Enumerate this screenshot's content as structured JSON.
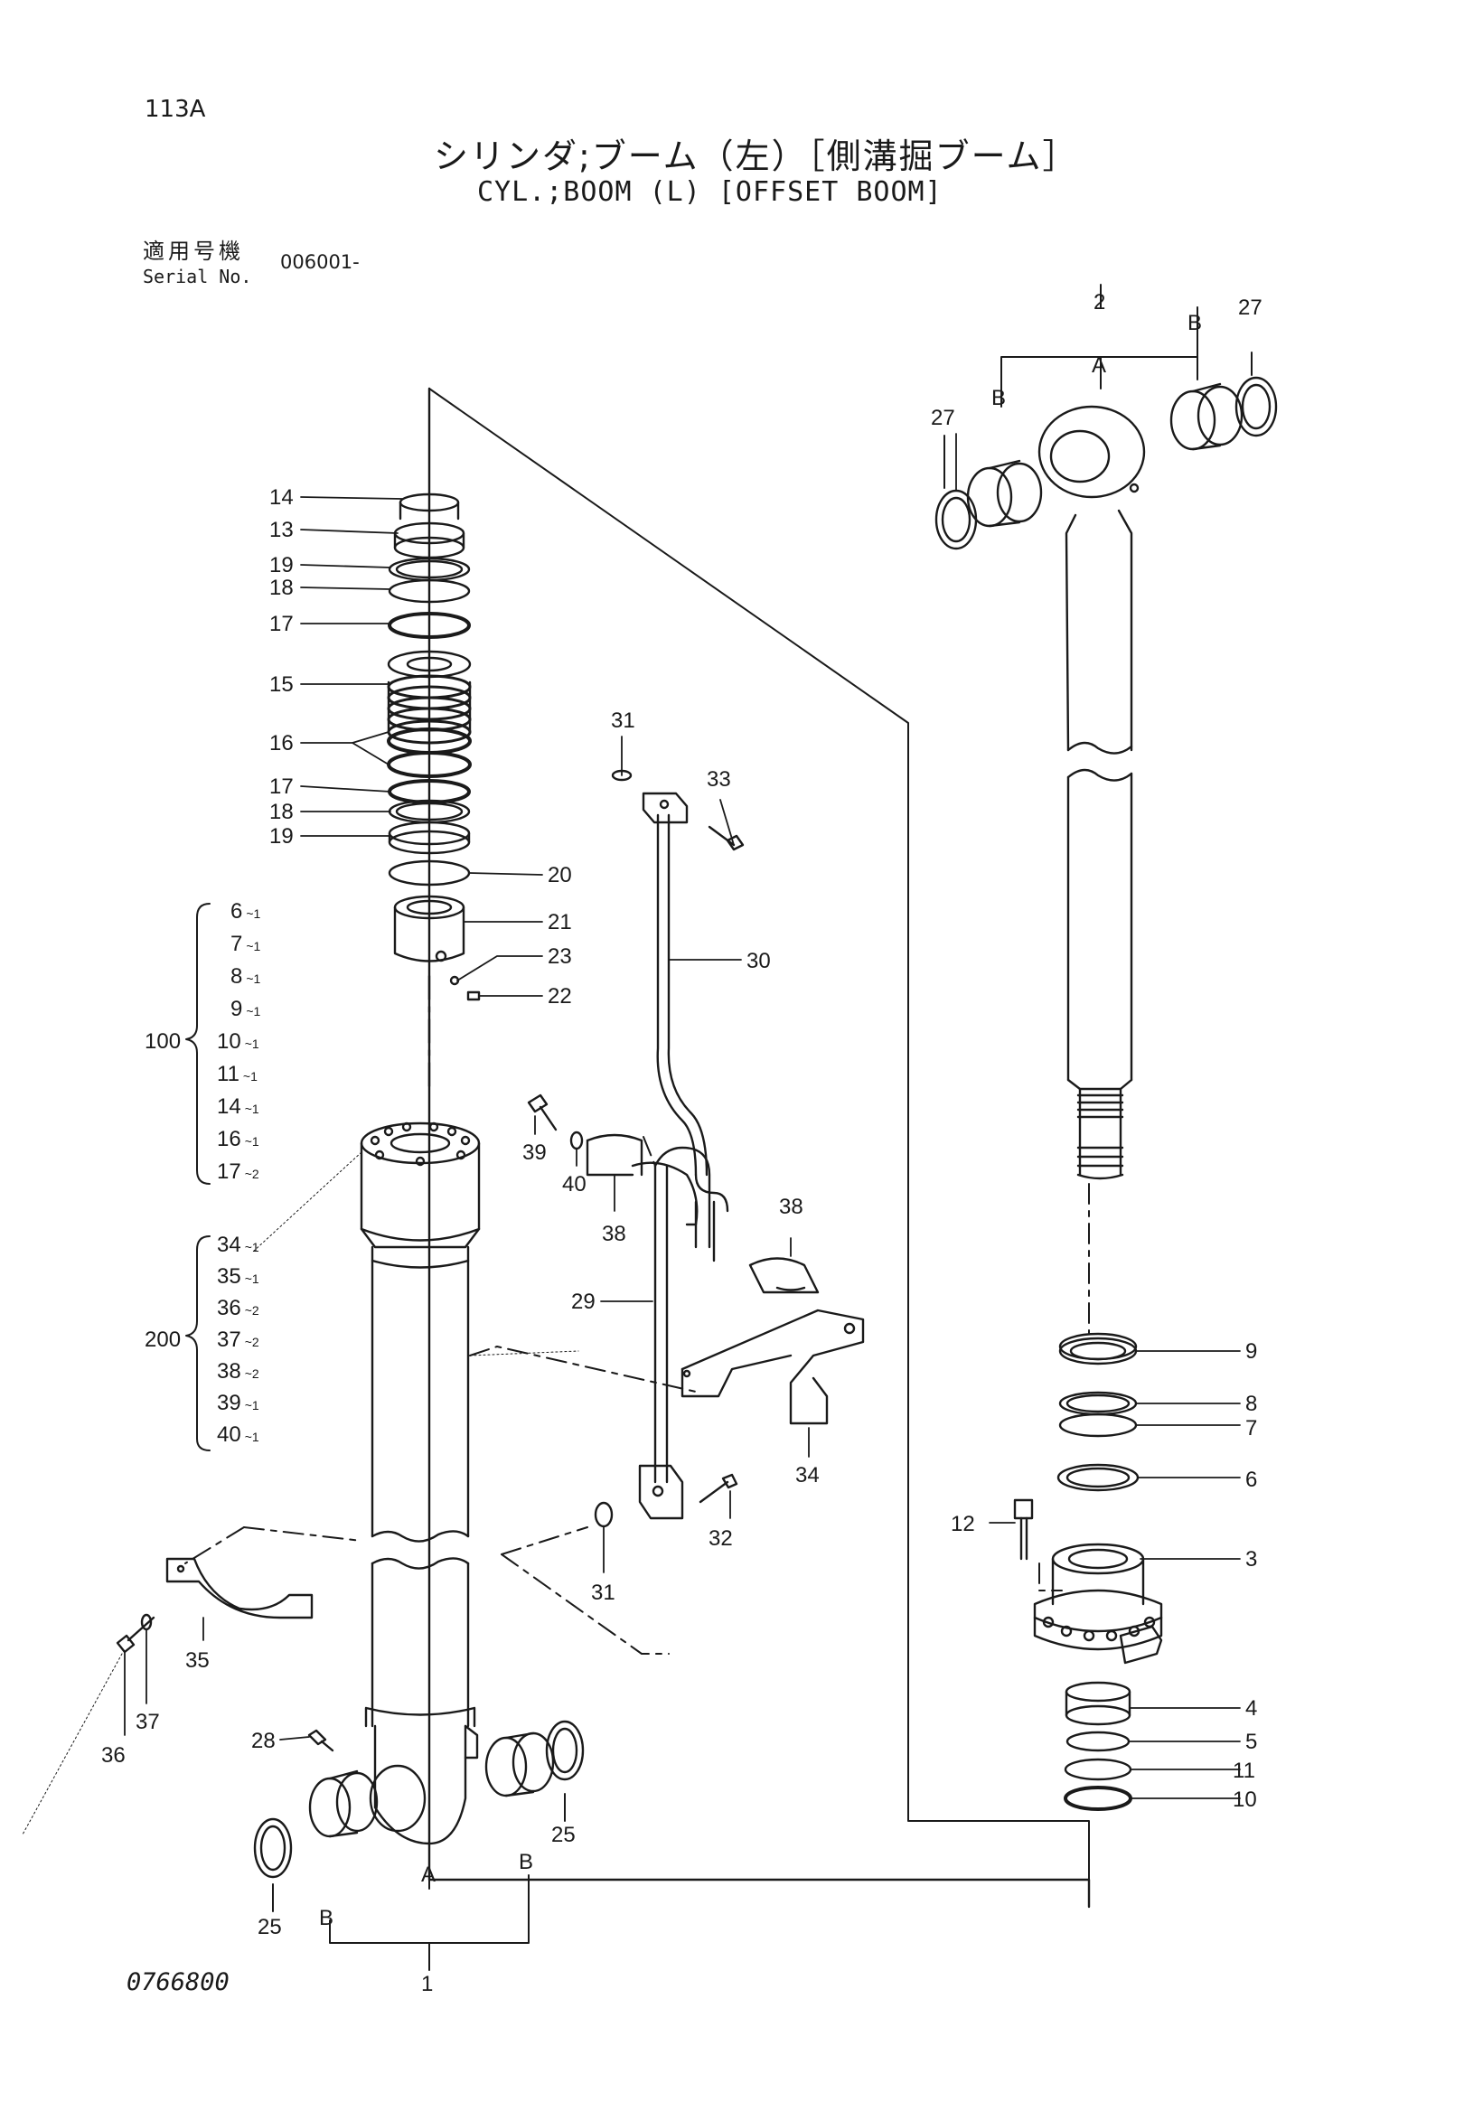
{
  "page": {
    "page_number": "113A",
    "title_jp": "シリンダ;ブーム（左）［側溝掘ブーム］",
    "title_en": "CYL.;BOOM (L) [OFFSET BOOM]",
    "serial_label_jp": "適用号機",
    "serial_label_en": "Serial No.",
    "serial_number": "006001-",
    "drawing_number": "0766800"
  },
  "callouts": [
    "14",
    "13",
    "19",
    "18",
    "17",
    "15",
    "16",
    "17",
    "18",
    "19",
    "20",
    "21",
    "23",
    "22",
    "31",
    "33",
    "30",
    "39",
    "40",
    "38",
    "38",
    "29",
    "34",
    "31",
    "32",
    "35",
    "37",
    "36",
    "28",
    "25",
    "25",
    "1",
    "2",
    "27",
    "27",
    "9",
    "8",
    "7",
    "6",
    "12",
    "3",
    "4",
    "5",
    "11",
    "10"
  ],
  "assembly_letters": [
    "A",
    "B",
    "B",
    "A",
    "B",
    "B"
  ],
  "kit_100": {
    "label": "100",
    "items": [
      {
        "no": "6",
        "qty": "1"
      },
      {
        "no": "7",
        "qty": "1"
      },
      {
        "no": "8",
        "qty": "1"
      },
      {
        "no": "9",
        "qty": "1"
      },
      {
        "no": "10",
        "qty": "1"
      },
      {
        "no": "11",
        "qty": "1"
      },
      {
        "no": "14",
        "qty": "1"
      },
      {
        "no": "16",
        "qty": "1"
      },
      {
        "no": "17",
        "qty": "2"
      }
    ]
  },
  "kit_200": {
    "label": "200",
    "items": [
      {
        "no": "34",
        "qty": "1"
      },
      {
        "no": "35",
        "qty": "1"
      },
      {
        "no": "36",
        "qty": "2"
      },
      {
        "no": "37",
        "qty": "2"
      },
      {
        "no": "38",
        "qty": "2"
      },
      {
        "no": "39",
        "qty": "1"
      },
      {
        "no": "40",
        "qty": "1"
      }
    ]
  }
}
